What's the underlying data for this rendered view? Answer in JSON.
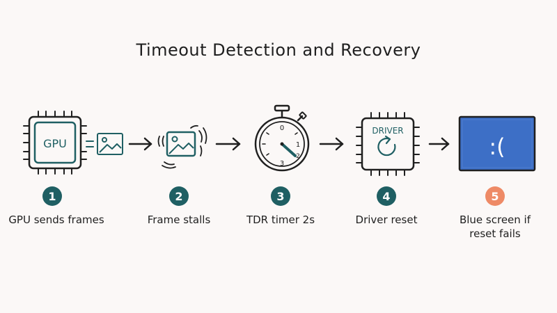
{
  "title": "Timeout Detection and Recovery",
  "colors": {
    "teal": "#1f5f63",
    "orange": "#ee8a66",
    "screen_blue": "#3d6fc6",
    "ink": "#1f1f1f"
  },
  "steps": [
    {
      "number": "1",
      "label": "GPU sends frames",
      "icon": "gpu-chip-icon",
      "chip_text": "GPU"
    },
    {
      "number": "2",
      "label": "Frame stalls",
      "icon": "stalled-frame-icon"
    },
    {
      "number": "3",
      "label": "TDR timer 2s",
      "icon": "stopwatch-icon",
      "dial": [
        "0",
        "1",
        "2",
        "3"
      ]
    },
    {
      "number": "4",
      "label": "Driver reset",
      "icon": "driver-chip-icon",
      "chip_text": "DRIVER"
    },
    {
      "number": "5",
      "label": "Blue screen if reset fails",
      "label_lines": [
        "Blue screen if",
        "reset fails"
      ],
      "icon": "blue-screen-icon",
      "screen_text": ":("
    }
  ]
}
